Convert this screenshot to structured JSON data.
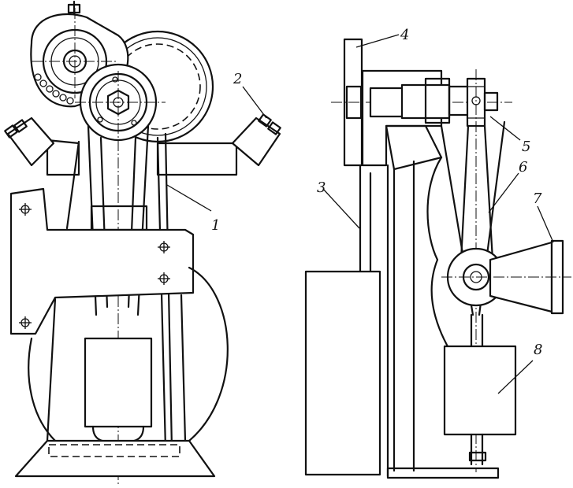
{
  "figure": {
    "callouts": [
      {
        "id": "1",
        "text": "1"
      },
      {
        "id": "2",
        "text": "2"
      },
      {
        "id": "3",
        "text": "3"
      },
      {
        "id": "4",
        "text": "4"
      },
      {
        "id": "5",
        "text": "5"
      },
      {
        "id": "6",
        "text": "6"
      },
      {
        "id": "7",
        "text": "7"
      },
      {
        "id": "8",
        "text": "8"
      }
    ]
  }
}
